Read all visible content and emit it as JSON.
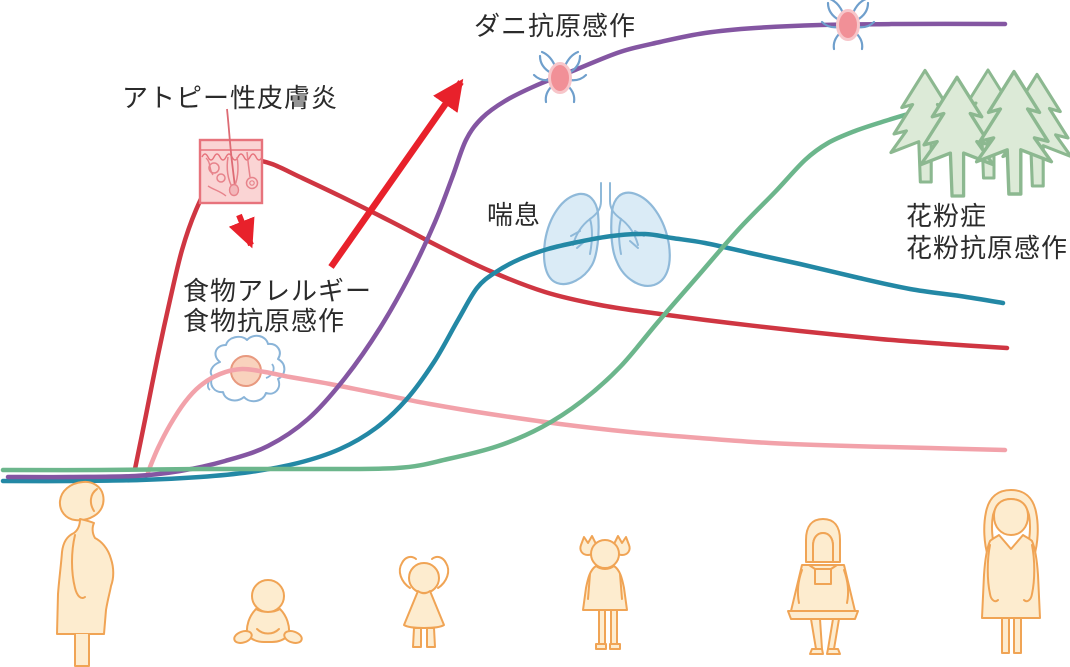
{
  "labels": {
    "atopic_dermatitis": "アトピー性皮膚炎",
    "food_allergy": "食物アレルギー",
    "food_sensitization": "食物抗原感作",
    "mite_sensitization": "ダニ抗原感作",
    "asthma": "喘息",
    "pollinosis": "花粉症",
    "pollen_sensitization": "花粉抗原感作"
  },
  "colors": {
    "atopic_curve": "#cf3642",
    "food_curve": "#f2a2aa",
    "mite_curve": "#8456a2",
    "asthma_curve": "#2388a5",
    "pollen_curve": "#6cb68c",
    "arrow_red": "#e8212b",
    "text": "#2b2b2b",
    "figure_stroke": "#f0a455",
    "figure_fill": "#fdeccf",
    "skin_fill": "#fad4d4",
    "skin_stroke": "#e7737c",
    "lungs_fill": "#daebf6",
    "lungs_stroke": "#8fb9d9",
    "mite_body": "#f19097",
    "mite_legs": "#6f9fcc",
    "tree_fill": "#dcead7",
    "tree_stroke": "#8cb890"
  },
  "icons": [
    "skin-section-icon",
    "immune-cell-icon",
    "lungs-icon",
    "mite-icon",
    "cedar-trees-icon",
    "down-arrow-icon",
    "up-arrow-icon"
  ],
  "figures": [
    "pregnant-woman",
    "sitting-baby",
    "toddler",
    "young-girl",
    "schoolgirl",
    "adult-woman"
  ],
  "chart_data": {
    "type": "line",
    "title": "アレルギーマーチ (progression of allergic diseases with age, conceptual curves, no axes shown)",
    "legend_position": "inline-labels",
    "grid": false,
    "curves": [
      {
        "name": "atopic-dermatitis",
        "label": "アトピー性皮膚炎",
        "color": "#cf3642",
        "width": 4.5,
        "points": [
          [
            135,
            469
          ],
          [
            146,
            415
          ],
          [
            158,
            355
          ],
          [
            170,
            300
          ],
          [
            182,
            250
          ],
          [
            196,
            210
          ],
          [
            212,
            180
          ],
          [
            232,
            164
          ],
          [
            252,
            160
          ],
          [
            272,
            164
          ],
          [
            300,
            177
          ],
          [
            340,
            196
          ],
          [
            390,
            221
          ],
          [
            440,
            247
          ],
          [
            490,
            271
          ],
          [
            545,
            292
          ],
          [
            600,
            305
          ],
          [
            660,
            314
          ],
          [
            730,
            323
          ],
          [
            800,
            331
          ],
          [
            880,
            339
          ],
          [
            945,
            344
          ],
          [
            1007,
            348
          ]
        ]
      },
      {
        "name": "food-allergy",
        "label": "食物アレルギー 食物抗原感作",
        "color": "#f2a2aa",
        "width": 4.5,
        "points": [
          [
            148,
            472
          ],
          [
            158,
            448
          ],
          [
            170,
            425
          ],
          [
            185,
            402
          ],
          [
            200,
            386
          ],
          [
            220,
            374
          ],
          [
            242,
            369
          ],
          [
            265,
            372
          ],
          [
            290,
            377
          ],
          [
            330,
            384
          ],
          [
            380,
            394
          ],
          [
            430,
            404
          ],
          [
            490,
            414
          ],
          [
            560,
            424
          ],
          [
            630,
            432
          ],
          [
            700,
            438
          ],
          [
            770,
            443
          ],
          [
            850,
            446
          ],
          [
            930,
            448
          ],
          [
            1005,
            450
          ]
        ]
      },
      {
        "name": "asthma",
        "label": "喘息",
        "color": "#2388a5",
        "width": 4.5,
        "points": [
          [
            3,
            481
          ],
          [
            70,
            481
          ],
          [
            140,
            480
          ],
          [
            200,
            477
          ],
          [
            250,
            472
          ],
          [
            298,
            463
          ],
          [
            340,
            449
          ],
          [
            376,
            428
          ],
          [
            406,
            400
          ],
          [
            434,
            362
          ],
          [
            458,
            320
          ],
          [
            477,
            288
          ],
          [
            496,
            272
          ],
          [
            520,
            259
          ],
          [
            548,
            249
          ],
          [
            578,
            242
          ],
          [
            612,
            236
          ],
          [
            645,
            234
          ],
          [
            672,
            238
          ],
          [
            705,
            243
          ],
          [
            750,
            253
          ],
          [
            800,
            264
          ],
          [
            855,
            277
          ],
          [
            910,
            289
          ],
          [
            960,
            296
          ],
          [
            1003,
            303
          ]
        ]
      },
      {
        "name": "mite-sensitization",
        "label": "ダニ抗原感作",
        "color": "#8456a2",
        "width": 4.5,
        "points": [
          [
            8,
            477
          ],
          [
            70,
            477
          ],
          [
            135,
            476
          ],
          [
            180,
            471
          ],
          [
            225,
            461
          ],
          [
            268,
            446
          ],
          [
            308,
            419
          ],
          [
            345,
            378
          ],
          [
            380,
            328
          ],
          [
            410,
            275
          ],
          [
            435,
            222
          ],
          [
            452,
            178
          ],
          [
            466,
            140
          ],
          [
            482,
            118
          ],
          [
            505,
            101
          ],
          [
            535,
            86
          ],
          [
            575,
            70
          ],
          [
            620,
            52
          ],
          [
            660,
            42
          ],
          [
            705,
            33
          ],
          [
            755,
            28
          ],
          [
            820,
            25
          ],
          [
            900,
            24
          ],
          [
            1005,
            24
          ]
        ]
      },
      {
        "name": "pollen",
        "label": "花粉症 花粉抗原感作",
        "color": "#6cb68c",
        "width": 4.5,
        "points": [
          [
            3,
            470
          ],
          [
            100,
            470
          ],
          [
            200,
            469
          ],
          [
            300,
            469
          ],
          [
            397,
            468
          ],
          [
            448,
            459
          ],
          [
            498,
            446
          ],
          [
            542,
            427
          ],
          [
            582,
            401
          ],
          [
            620,
            367
          ],
          [
            658,
            322
          ],
          [
            698,
            276
          ],
          [
            738,
            230
          ],
          [
            775,
            192
          ],
          [
            805,
            160
          ],
          [
            828,
            143
          ],
          [
            855,
            131
          ],
          [
            885,
            121
          ],
          [
            915,
            112
          ],
          [
            942,
            104
          ]
        ]
      }
    ]
  }
}
